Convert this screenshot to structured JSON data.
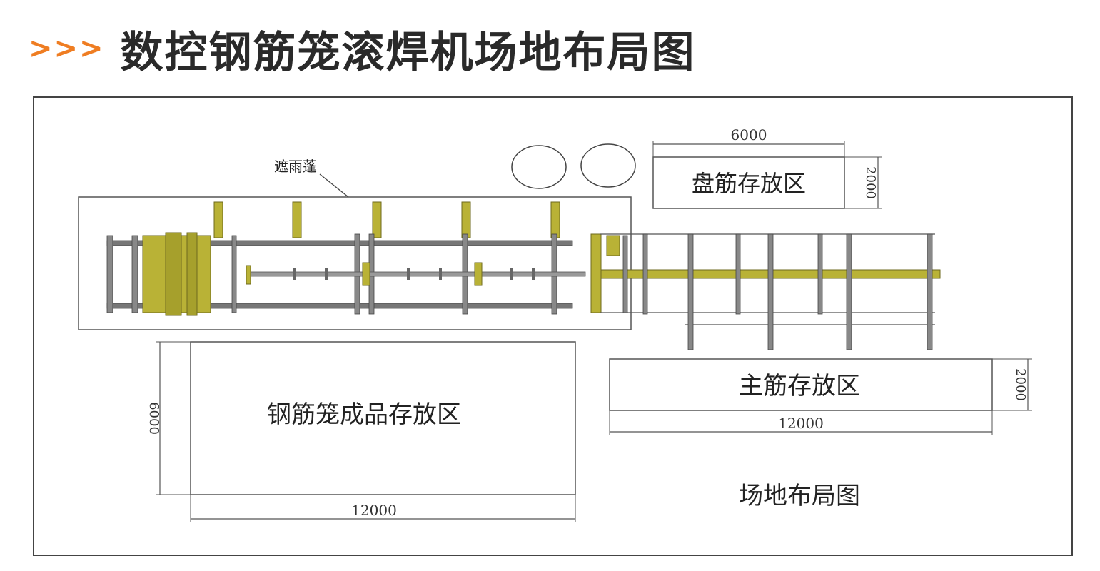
{
  "header": {
    "chevrons": ">>>",
    "title": "数控钢筋笼滚焊机场地布局图"
  },
  "diagram": {
    "rain_cover_label": "遮雨蓬",
    "coil_area": {
      "label": "盘筋存放区",
      "width_dim": "6000",
      "height_dim": "2000"
    },
    "main_bar_area": {
      "label": "主筋存放区",
      "width_dim": "12000",
      "height_dim": "2000"
    },
    "cage_area": {
      "label": "钢筋笼成品存放区",
      "width_dim": "12000",
      "height_dim": "6000"
    },
    "caption": "场地布局图"
  },
  "colors": {
    "accent_orange": "#ef7d22",
    "machine_olive": "#b9b236",
    "line_gray": "#555555"
  }
}
